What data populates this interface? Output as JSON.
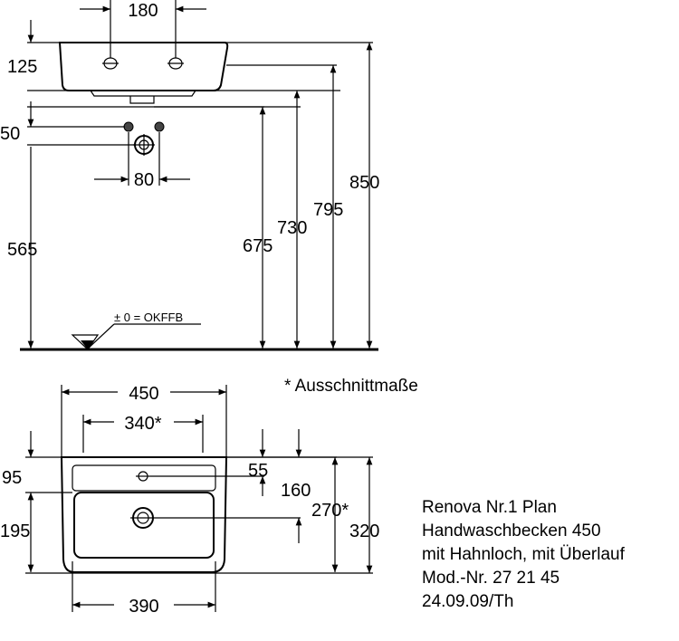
{
  "side_view": {
    "dims": {
      "w_holes": "180",
      "h_bowl": "125",
      "h_offset": "50",
      "w_valves": "80",
      "h_waste": "565",
      "h_675": "675",
      "h_730": "730",
      "h_795": "795",
      "h_850": "850"
    },
    "floor_label": "± 0 = OKFFB"
  },
  "legend_note": "* Ausschnittmaße",
  "top_view": {
    "dims": {
      "w_outer": "450",
      "w_cutout": "340*",
      "d_95": "95",
      "d_195": "195",
      "d_55": "55",
      "d_160": "160",
      "d_cutout": "270*",
      "d_outer": "320",
      "w_bottom": "390"
    }
  },
  "info": {
    "line1": "Renova Nr.1 Plan",
    "line2": "Handwaschbecken 450",
    "line3": "mit Hahnloch, mit Überlauf",
    "line4": "Mod.-Nr. 27 21 45",
    "line5": "24.09.09/Th"
  }
}
